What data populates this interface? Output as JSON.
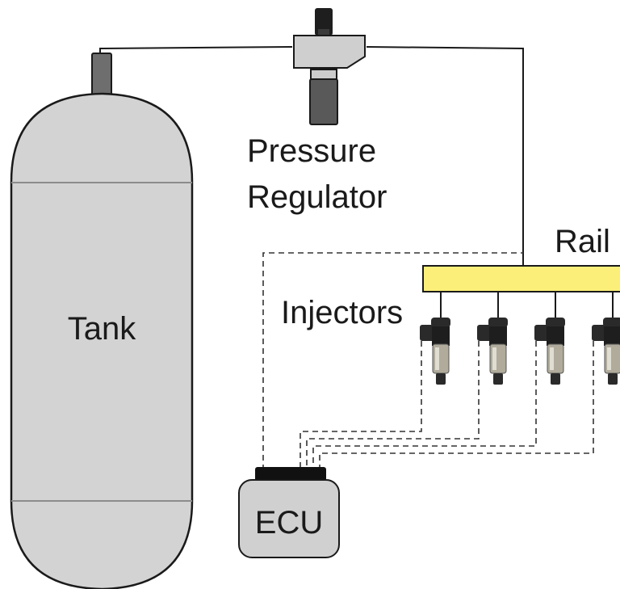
{
  "labels": {
    "tank": "Tank",
    "regulator_line1": "Pressure",
    "regulator_line2": "Regulator",
    "rail": "Rail",
    "injectors": "Injectors",
    "ecu": "ECU"
  },
  "colors": {
    "tank_fill": "#d3d3d3",
    "component_fill": "#cfcfcf",
    "dark_part": "#595959",
    "knob": "#1e1e1e",
    "rail_fill": "#fbef7a",
    "ecu_fill": "#d0d0d0",
    "ecu_connector": "#111111",
    "outline": "#1a1a1a"
  },
  "injector_count": 4
}
